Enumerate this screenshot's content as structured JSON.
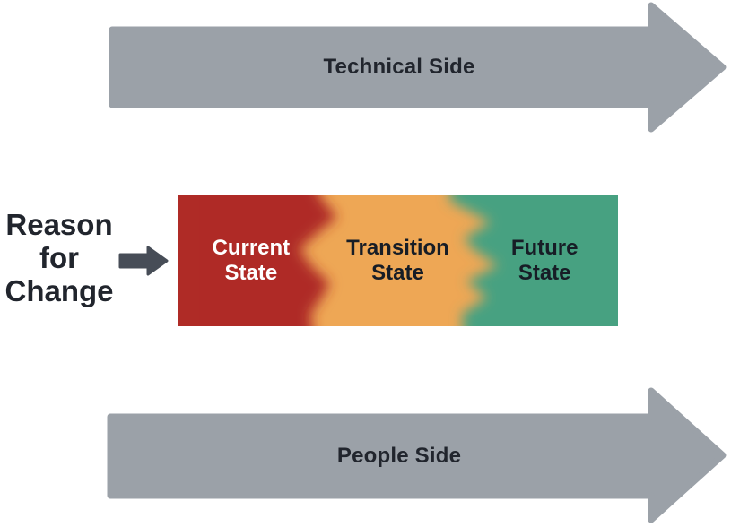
{
  "diagram": {
    "top_arrow": {
      "label": "Technical Side"
    },
    "bottom_arrow": {
      "label": "People Side"
    },
    "reason_label": "Reason for Change",
    "states": [
      {
        "label": "Current State"
      },
      {
        "label": "Transition State"
      },
      {
        "label": "Future State"
      }
    ],
    "colors": {
      "arrow_gray": "#9BA1A8",
      "current_red": "#AF2B26",
      "transition_orange": "#EEA755",
      "future_green": "#47A181",
      "reason_arrow_dark": "#474D57",
      "text_dark": "#21252D",
      "state_text_dark": "#171D26",
      "current_text": "#FFFFFF"
    }
  }
}
